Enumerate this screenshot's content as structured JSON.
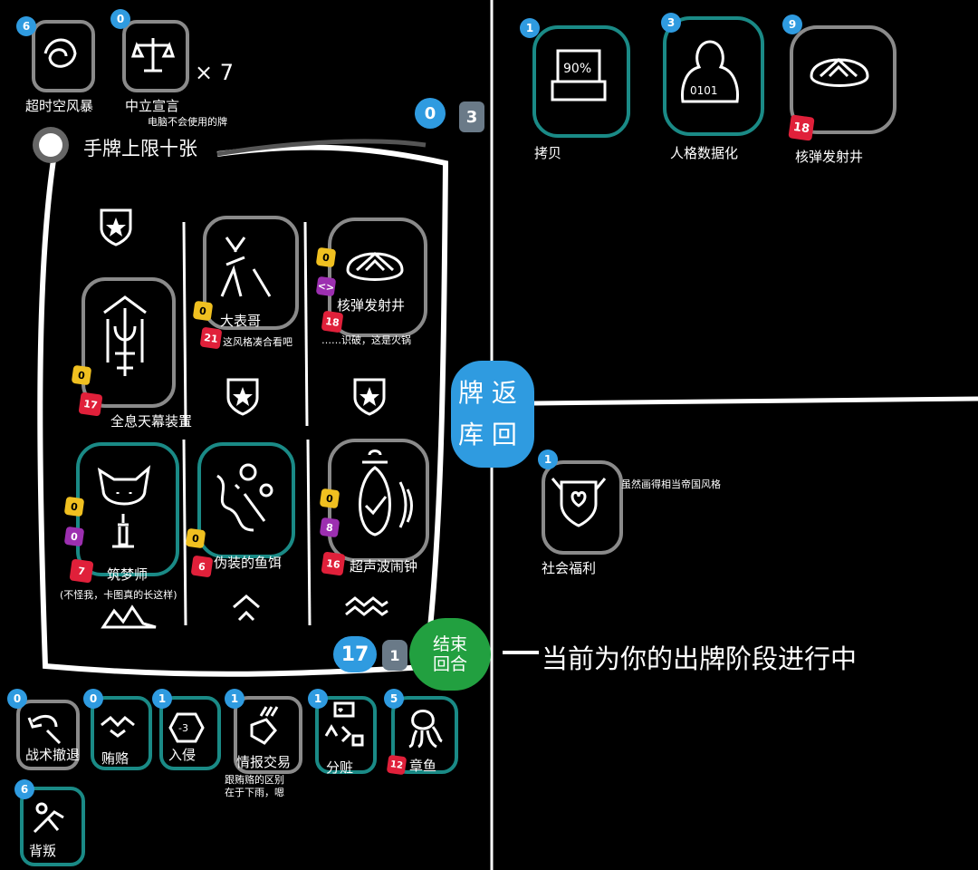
{
  "top_left": {
    "card1": {
      "cost": "6",
      "name": "超时空风暴"
    },
    "card2": {
      "cost": "0",
      "name": "中立宣言"
    },
    "multiplier": "× 7",
    "note": "电脑不会使用的牌"
  },
  "hand_header": {
    "title": "手牌上限十张",
    "badge_blue": "0",
    "badge_gray": "3"
  },
  "hand_cards": [
    {
      "name": "全息天幕装置",
      "gem1": "0",
      "gem2": "17"
    },
    {
      "name": "大表哥",
      "gem1": "0",
      "gem2": "21",
      "note": "这风格凑合看吧"
    },
    {
      "name": "核弹发射井",
      "gem1": "0",
      "gem2": "<>",
      "gem3": "18",
      "note": "……识破，这是火锅"
    },
    {
      "name": "筑梦师",
      "gem1": "0",
      "gem2": "0",
      "gem3": "7",
      "note": "(不怪我，卡图真的长这样)"
    },
    {
      "name": "伪装的鱼饵",
      "gem1": "0",
      "gem2": "6"
    },
    {
      "name": "超声波闹钟",
      "gem1": "0",
      "gem2": "8",
      "gem3": "16"
    }
  ],
  "deck": {
    "count_blue": "17",
    "count_gray": "1"
  },
  "end_turn": {
    "label": "结束回合"
  },
  "phase_text": "当前为你的出牌阶段进行中",
  "return_to_deck": {
    "label_top": "牌 返",
    "label_bottom": "库 回"
  },
  "top_right": [
    {
      "cost": "1",
      "name": "拷贝"
    },
    {
      "cost": "3",
      "name": "人格数据化"
    },
    {
      "cost": "9",
      "name": "核弹发射井",
      "gem": "18"
    }
  ],
  "right_mid": {
    "cost": "1",
    "name": "社会福利",
    "note": "虽然画得相当帝国风格"
  },
  "bottom_cards": [
    {
      "cost": "0",
      "name": "战术撤退"
    },
    {
      "cost": "0",
      "name": "贿赂"
    },
    {
      "cost": "1",
      "name": "入侵"
    },
    {
      "cost": "1",
      "name": "情报交易",
      "note1": "跟贿赂的区别",
      "note2": "在于下雨，嗯"
    },
    {
      "cost": "1",
      "name": "分赃"
    },
    {
      "cost": "5",
      "name": "章鱼",
      "gem": "12"
    },
    {
      "cost": "6",
      "name": "背叛"
    }
  ]
}
